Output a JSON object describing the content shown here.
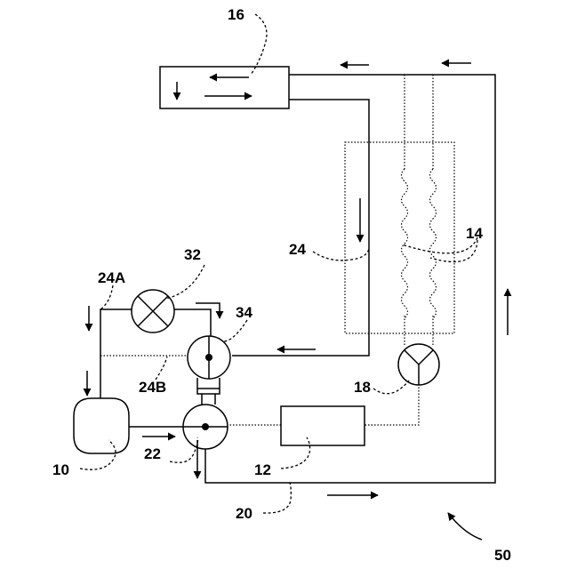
{
  "labels": {
    "n16": "16",
    "n14": "14",
    "n24": "24",
    "n32": "32",
    "n24a": "24A",
    "n34": "34",
    "n24b": "24B",
    "n18": "18",
    "n10": "10",
    "n22": "22",
    "n12": "12",
    "n20": "20",
    "n50": "50"
  }
}
